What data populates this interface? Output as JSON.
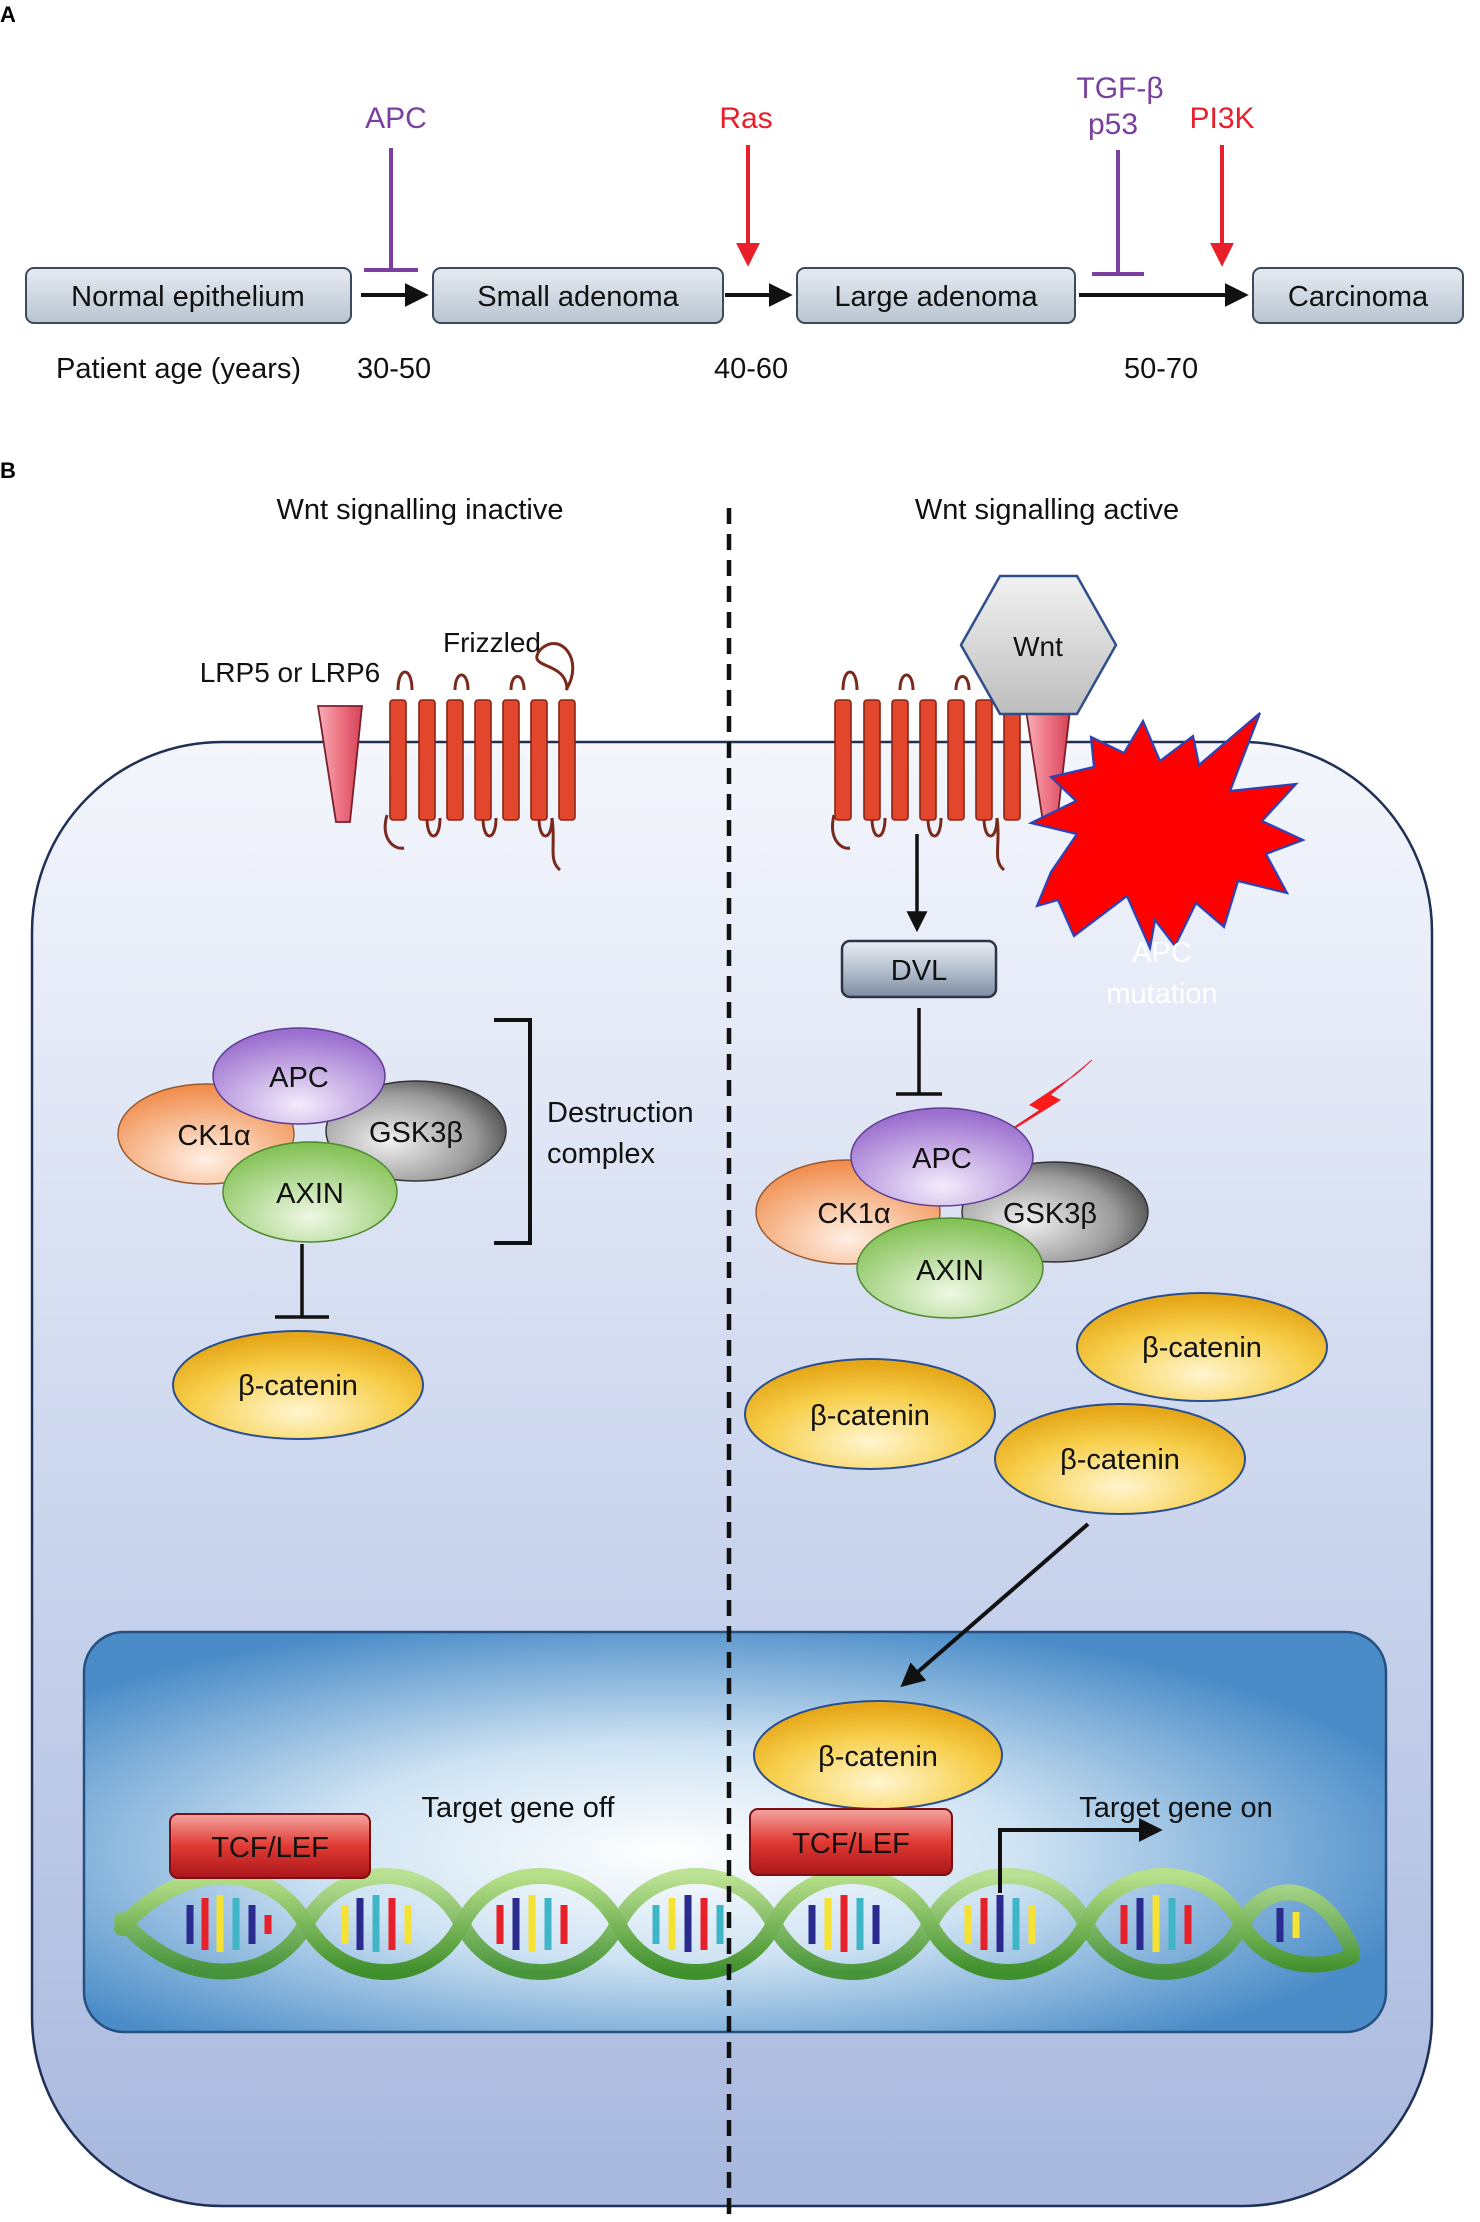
{
  "panel_a": {
    "letter": "A",
    "stages": [
      "Normal epithelium",
      "Small adenoma",
      "Large adenoma",
      "Carcinoma"
    ],
    "age_label": "Patient age (years)",
    "ages": [
      "30-50",
      "40-60",
      "50-70"
    ],
    "regulators": {
      "apc": "APC",
      "ras": "Ras",
      "tgf_beta": "TGF-β",
      "p53": "p53",
      "pi3k": "PI3K"
    }
  },
  "panel_b": {
    "letter": "B",
    "left_title": "Wnt signalling inactive",
    "right_title": "Wnt signalling active",
    "lrp_label": "LRP5 or LRP6",
    "frizzled_label": "Frizzled",
    "wnt_label": "Wnt",
    "dvl_label": "DVL",
    "mutation_line1": "APC",
    "mutation_line2": "mutation",
    "destruction_line1": "Destruction",
    "destruction_line2": "complex",
    "complex": {
      "apc": "APC",
      "ck1a": "CK1α",
      "gsk3b": "GSK3β",
      "axin": "AXIN"
    },
    "beta_catenin": "β-catenin",
    "tcf_lef": "TCF/LEF",
    "target_off": "Target gene off",
    "target_on": "Target gene on"
  },
  "colors": {
    "inhibitor": "#7b3fa0",
    "activator": "#e8202a",
    "stage_fill": "#c9d3de",
    "cell_fill": "#c7d3ea",
    "nucleus_fill": "#4f8fca",
    "beta_catenin": "#f5c842",
    "receptor": "#e2472e"
  }
}
